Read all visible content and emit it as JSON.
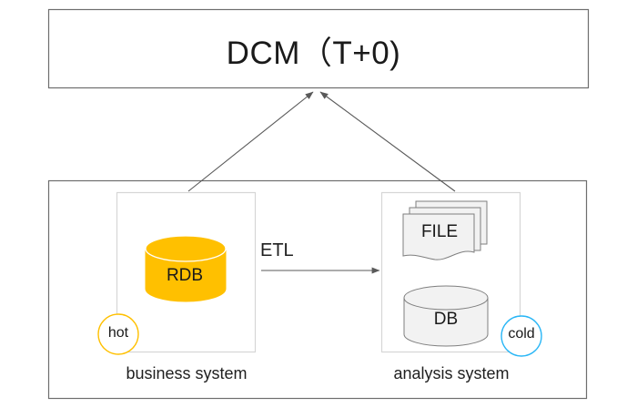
{
  "diagram": {
    "top_box": {
      "title": "DCM（T+0)"
    },
    "flow": {
      "etl_label": "ETL"
    },
    "business_system": {
      "caption": "business system",
      "store_label": "RDB",
      "badge_label": "hot",
      "badge_color": "#FFC000",
      "store_color": "#FFC000"
    },
    "analysis_system": {
      "caption": "analysis system",
      "file_label": "FILE",
      "db_label": "DB",
      "badge_label": "cold",
      "badge_color": "#29B6F6",
      "store_color": "#F2F2F2"
    },
    "colors": {
      "outer_border": "#6E6E6E",
      "inner_border": "#D6D6D6",
      "arrow": "#595959",
      "shape_stroke": "#7F7F7F"
    }
  }
}
